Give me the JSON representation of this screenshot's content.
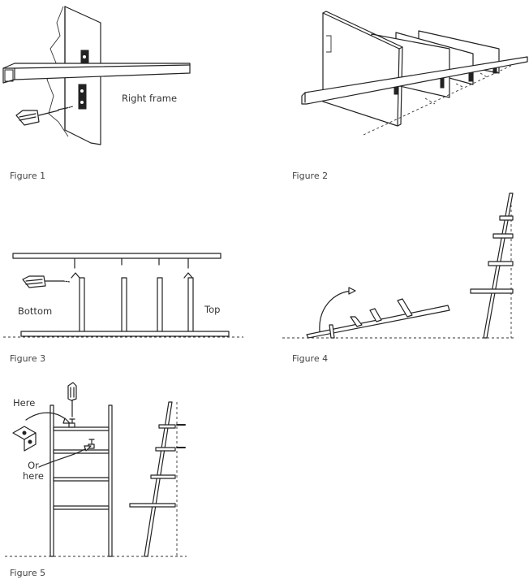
{
  "figures": [
    {
      "caption": "Figure 1",
      "labels": {
        "right_frame": "Right frame"
      }
    },
    {
      "caption": "Figure 2"
    },
    {
      "caption": "Figure 3",
      "labels": {
        "bottom": "Bottom",
        "top": "Top"
      }
    },
    {
      "caption": "Figure 4"
    },
    {
      "caption": "Figure 5",
      "labels": {
        "here": "Here",
        "or_here": "Or\nhere"
      }
    }
  ]
}
